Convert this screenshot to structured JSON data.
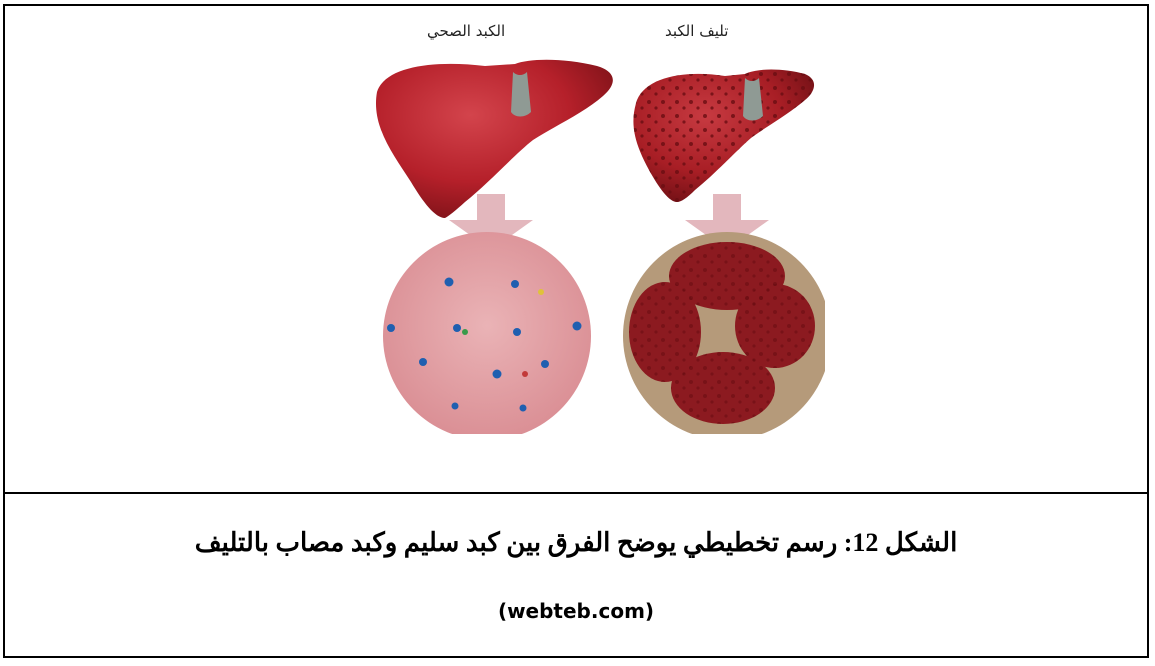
{
  "figure": {
    "label_healthy": "الكبد الصحي",
    "label_fibrosis": "تليف الكبد"
  },
  "caption": {
    "text": "الشكل 12: رسم تخطيطي يوضح الفرق بين كبد سليم وكبد مصاب بالتليف",
    "source": "(webteb.com)"
  },
  "colors": {
    "liver_healthy": "#b5202a",
    "liver_fibrotic": "#a81e25",
    "tissue_healthy": "#e2a4a8",
    "tissue_fibrotic": "#8c1a20",
    "fibrous_band": "#b59a7a",
    "arrow": "#e3b7bd"
  }
}
